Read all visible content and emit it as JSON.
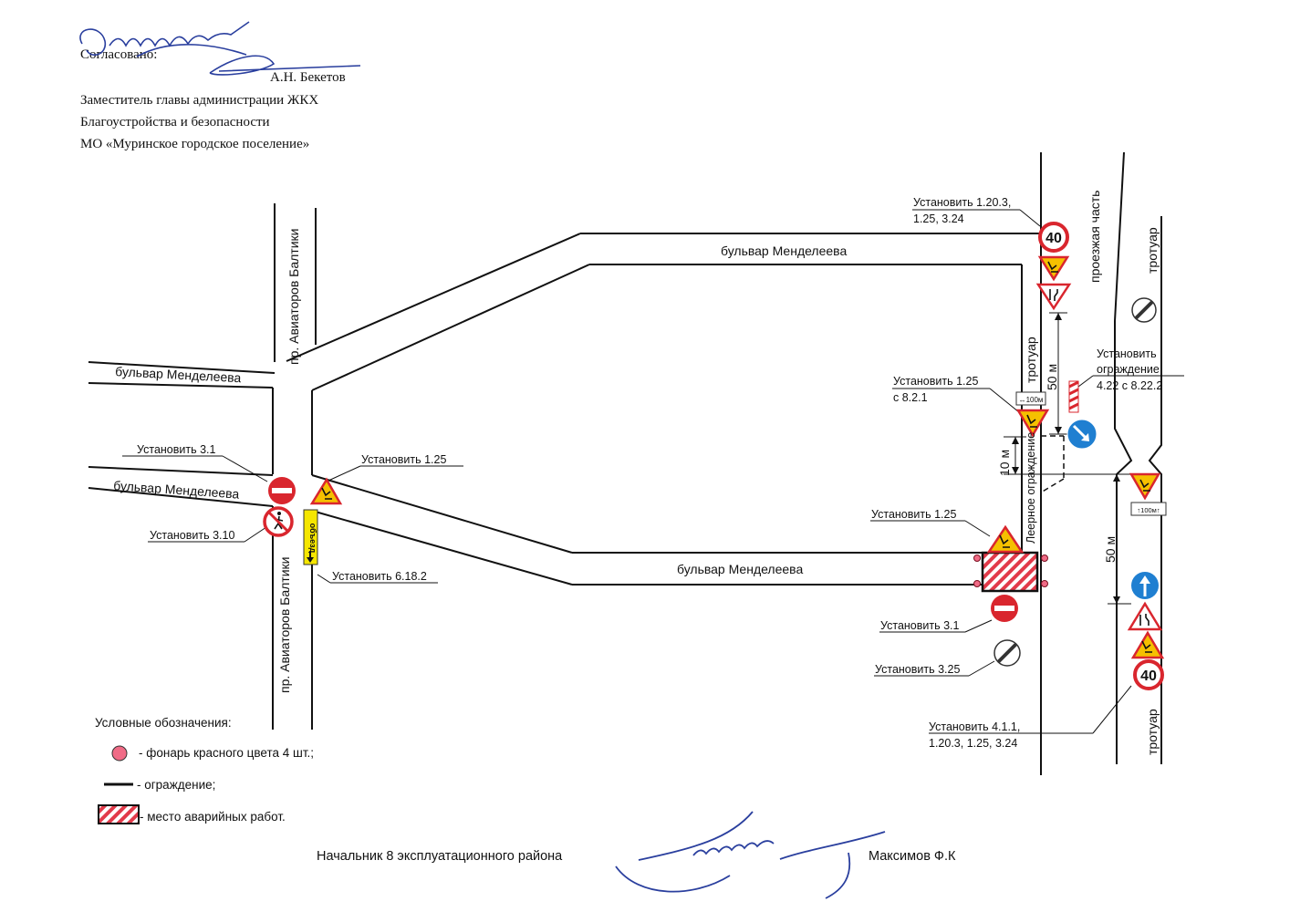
{
  "header": {
    "approved": "Согласовано:",
    "name": "А.Н. Бекетов",
    "position1": "Заместитель главы администрации ЖКХ",
    "position2": "Благоустройства и безопасности",
    "org": "МО «Муринское городское поселение»",
    "handwritten_note": "Ознакомлен"
  },
  "streets": {
    "mendeleeva": "бульвар Менделеева",
    "aviatorov": "пр. Авиаторов Балтики",
    "roadway": "проезжая часть",
    "sidewalk": "тротуар",
    "railing": "Леерное ограждение"
  },
  "annotations": {
    "a_1_20_3": [
      "Установить 1.20.3,",
      "1.25, 3.24"
    ],
    "a_1_25_top": [
      "Установить 1.25",
      "с 8.2.1"
    ],
    "a_fence": [
      "Установить",
      "ограждение",
      "4.22 с 8.22.2"
    ],
    "a_3_1_left": "Установить 3.1",
    "a_3_10": "Установить 3.10",
    "a_1_25_left": "Установить 1.25",
    "a_6_18_2": "Установить 6.18.2",
    "a_1_25_work": "Установить 1.25",
    "a_3_1_right": "Установить 3.1",
    "a_3_25": "Установить 3.25",
    "a_4_1_1": [
      "Установить 4.1.1,",
      "1.20.3, 1.25, 3.24"
    ]
  },
  "distances": {
    "d50_top": "50 м",
    "d10": "10 м",
    "d50_bottom": "50 м"
  },
  "sign_texts": {
    "speed": "40",
    "plate_100": "↔100м",
    "plate_100_up": "↑100м↑",
    "detour": "объезд"
  },
  "legend": {
    "title": "Условные обозначения:",
    "lamp": "- фонарь красного цвета 4 шт.;",
    "fence": "- ограждение;",
    "work": "- место аварийных работ."
  },
  "footer": {
    "role": "Начальник 8 эксплуатационного района",
    "name": "Максимов Ф.К"
  },
  "colors": {
    "sign_red": "#d9262e",
    "sign_yellow": "#f5c000",
    "sign_blue": "#1f7fd1",
    "lamp_pink": "#f06b86",
    "ink_blue": "#2a3f9e"
  }
}
